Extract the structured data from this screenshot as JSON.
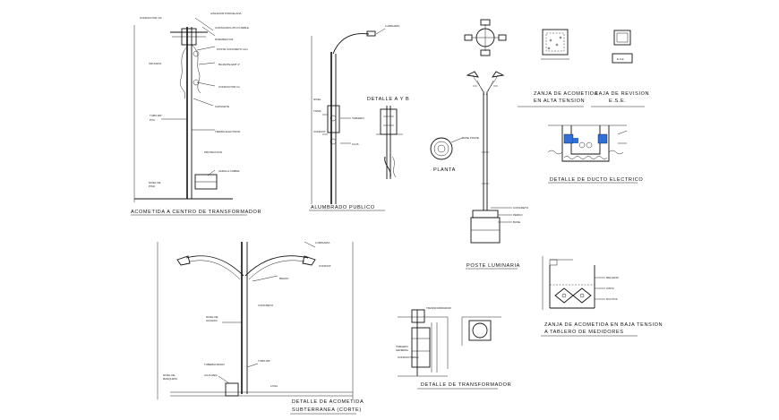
{
  "titles": {
    "acometida_centro": "ACOMETIDA A CENTRO DE TRANSFORMADOR",
    "alumbrado": "ALUMBRADO PUBLICO",
    "detalle_ayb": "DETALLE  A  Y  B",
    "planta": "PLANTA",
    "poste_luminaria": "POSTE LUMINARIA",
    "zanja_alta_1": "ZANJA DE ACOMETIDA",
    "zanja_alta_2": "EN ALTA TENSION",
    "caja_1": "CAJA DE REVISION",
    "caja_2": "E.S.E.",
    "ducto": "DETALLE DE DUCTO ELECTRICO",
    "zanja_baja_1": "ZANJA DE ACOMETIDA EN BAJA TENSION",
    "zanja_baja_2": "A TABLERO DE MEDIDORES",
    "detalle_acometida_1": "DETALLE DE ACOMETIDA",
    "detalle_acometida_2": "SUBTERRANEA (CORTE)",
    "transformador": "DETALLE DE TRANSFORMADOR"
  },
  "colors": {
    "line": "#111111",
    "water": "#2f6fd6",
    "background": "#ffffff"
  }
}
